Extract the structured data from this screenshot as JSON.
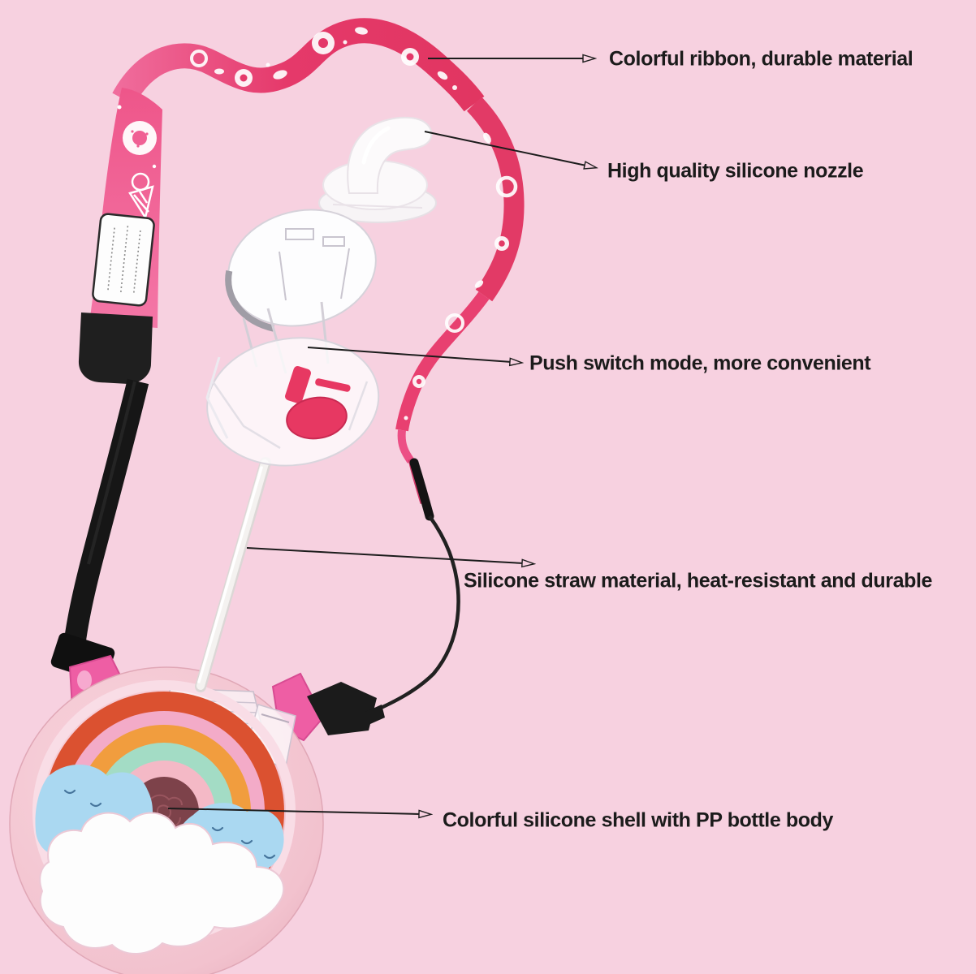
{
  "figure": {
    "description": "Exploded product view of a donut-shaped kids water bottle with rainbow silicone shell, lanyard ribbon, flip lid and straw"
  },
  "callouts": [
    {
      "id": "ribbon",
      "label": "Colorful ribbon, durable material"
    },
    {
      "id": "nozzle",
      "label": "High quality silicone nozzle"
    },
    {
      "id": "switch",
      "label": "Push switch mode, more convenient"
    },
    {
      "id": "straw",
      "label": "Silicone straw material, heat-resistant and durable"
    },
    {
      "id": "shell",
      "label": "Colorful silicone shell with PP bottle body"
    }
  ],
  "colors": {
    "background": "#f7d1e0",
    "ribbon_pink": "#e5396a",
    "ribbon_light_pink": "#f172a2",
    "strap_black": "#191919",
    "clip_pink": "#ee5ea4",
    "shell_pink": "#f2c2ce",
    "rainbow_red": "#db5130",
    "rainbow_pink": "#f3abc8",
    "rainbow_orange": "#f19d3e",
    "rainbow_mint": "#a3dcc5",
    "inner_pink": "#f4b9c6",
    "center_maroon": "#7d424a",
    "cloud_blue": "#aad8f1",
    "cloud_white": "#fdfdfd",
    "button_pink": "#e73862",
    "callout_line": "#1c1c1c"
  }
}
